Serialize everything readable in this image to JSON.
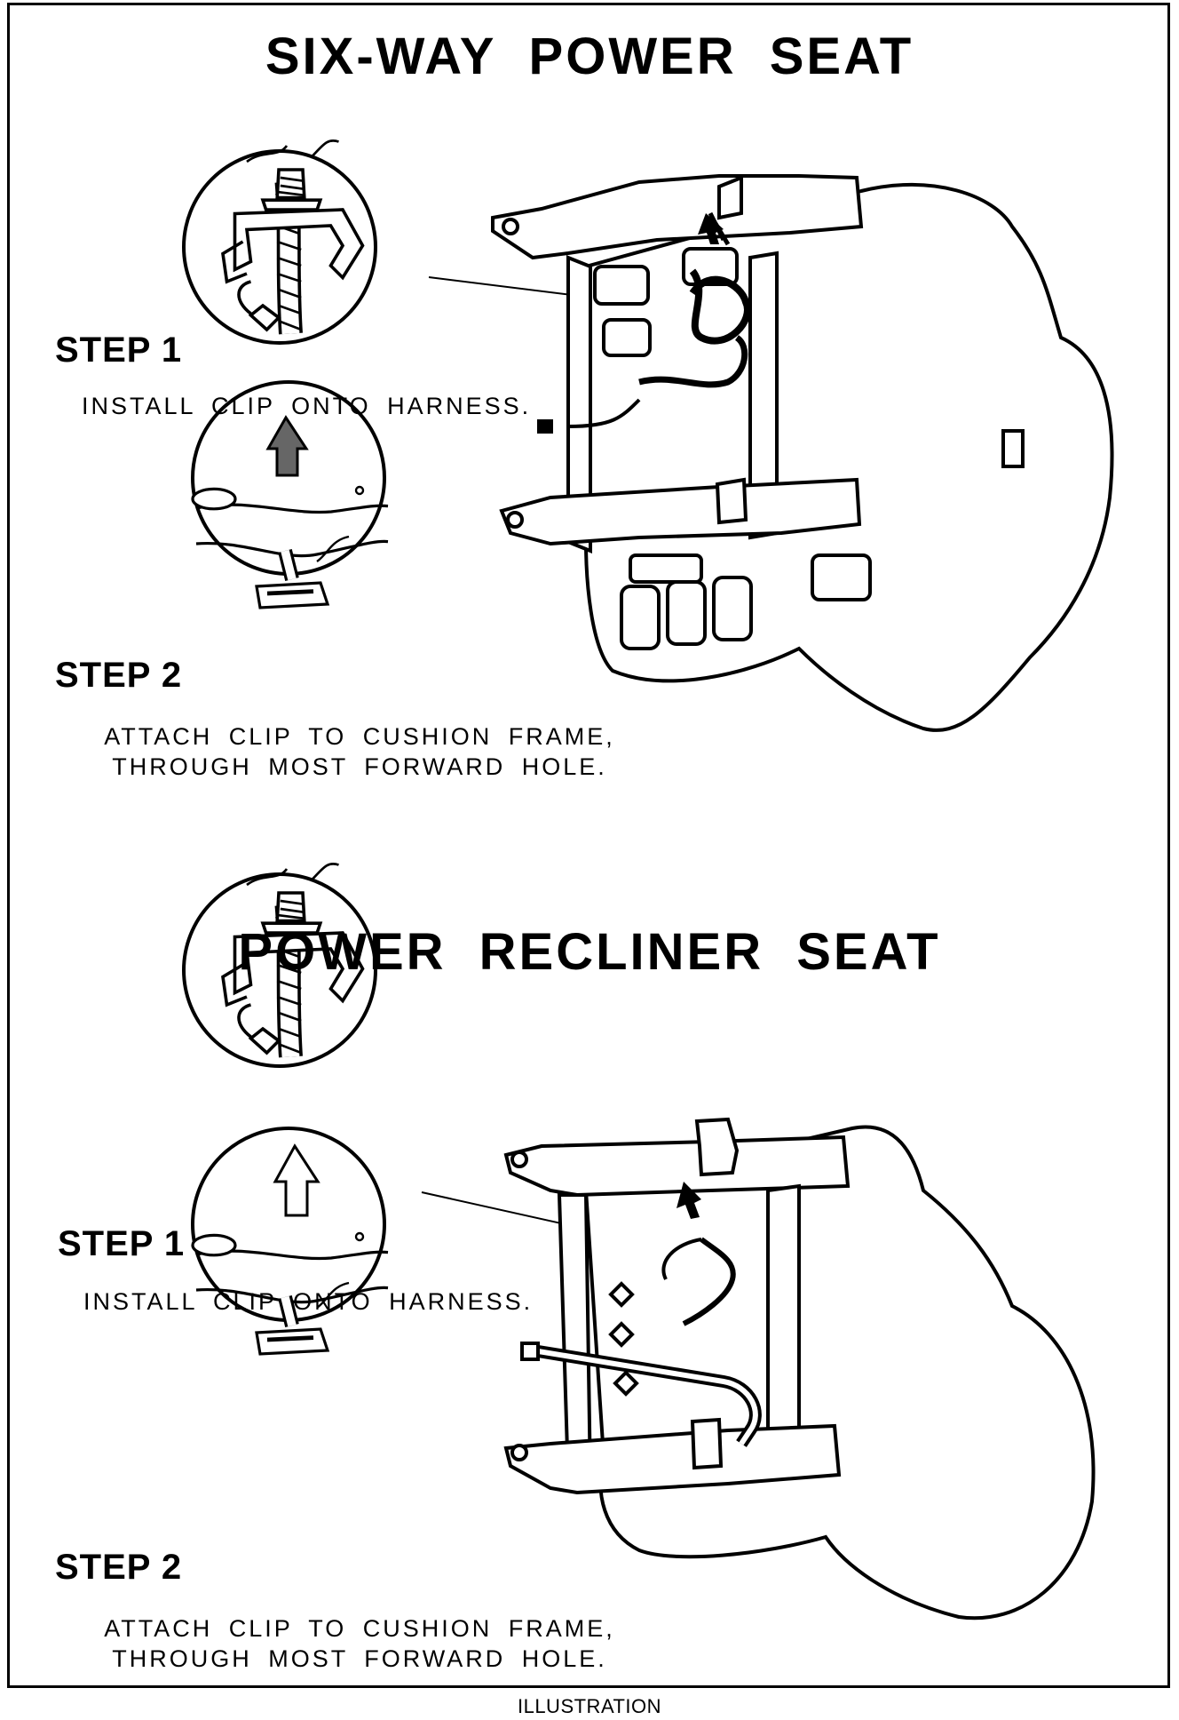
{
  "section1": {
    "title": "SIX-WAY POWER SEAT",
    "step1_label": "STEP 1",
    "step1_text": "INSTALL CLIP ONTO HARNESS.",
    "step2_label": "STEP 2",
    "step2_text_line1": "ATTACH CLIP TO CUSHION FRAME,",
    "step2_text_line2": "THROUGH MOST FORWARD HOLE."
  },
  "section2": {
    "title": "POWER RECLINER SEAT",
    "step1_label": "STEP 1",
    "step1_text": "INSTALL CLIP ONTO HARNESS.",
    "step2_label": "STEP 2",
    "step2_text_line1": "ATTACH CLIP TO CUSHION FRAME,",
    "step2_text_line2": "THROUGH MOST FORWARD HOLE."
  },
  "caption": "ILLUSTRATION",
  "colors": {
    "ink": "#000000",
    "paper": "#ffffff"
  }
}
